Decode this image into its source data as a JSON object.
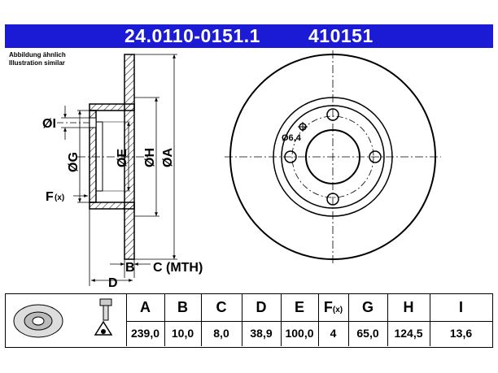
{
  "header": {
    "part_number": "24.0110-0151.1",
    "short_number": "410151",
    "accent_color": "#1b1bd6"
  },
  "note": {
    "line1": "Abbildung ähnlich",
    "line2": "Illustration similar"
  },
  "drawing_labels": {
    "dia_I": "ØI",
    "dia_G": "ØG",
    "dia_E": "ØE",
    "dia_H": "ØH",
    "dia_A": "ØA",
    "offset_F": "F",
    "offset_F_sub": "(x)",
    "thickness_B": "B",
    "min_thickness_C": "C (MTH)",
    "height_D": "D",
    "bolt_hole_dia": "Ø6,4"
  },
  "table": {
    "headers": [
      "A",
      "B",
      "C",
      "D",
      "E",
      "F",
      "G",
      "H",
      "I"
    ],
    "f_sub": "(x)",
    "values": [
      "239,0",
      "10,0",
      "8,0",
      "38,9",
      "100,0",
      "4",
      "65,0",
      "124,5",
      "13,6"
    ]
  }
}
